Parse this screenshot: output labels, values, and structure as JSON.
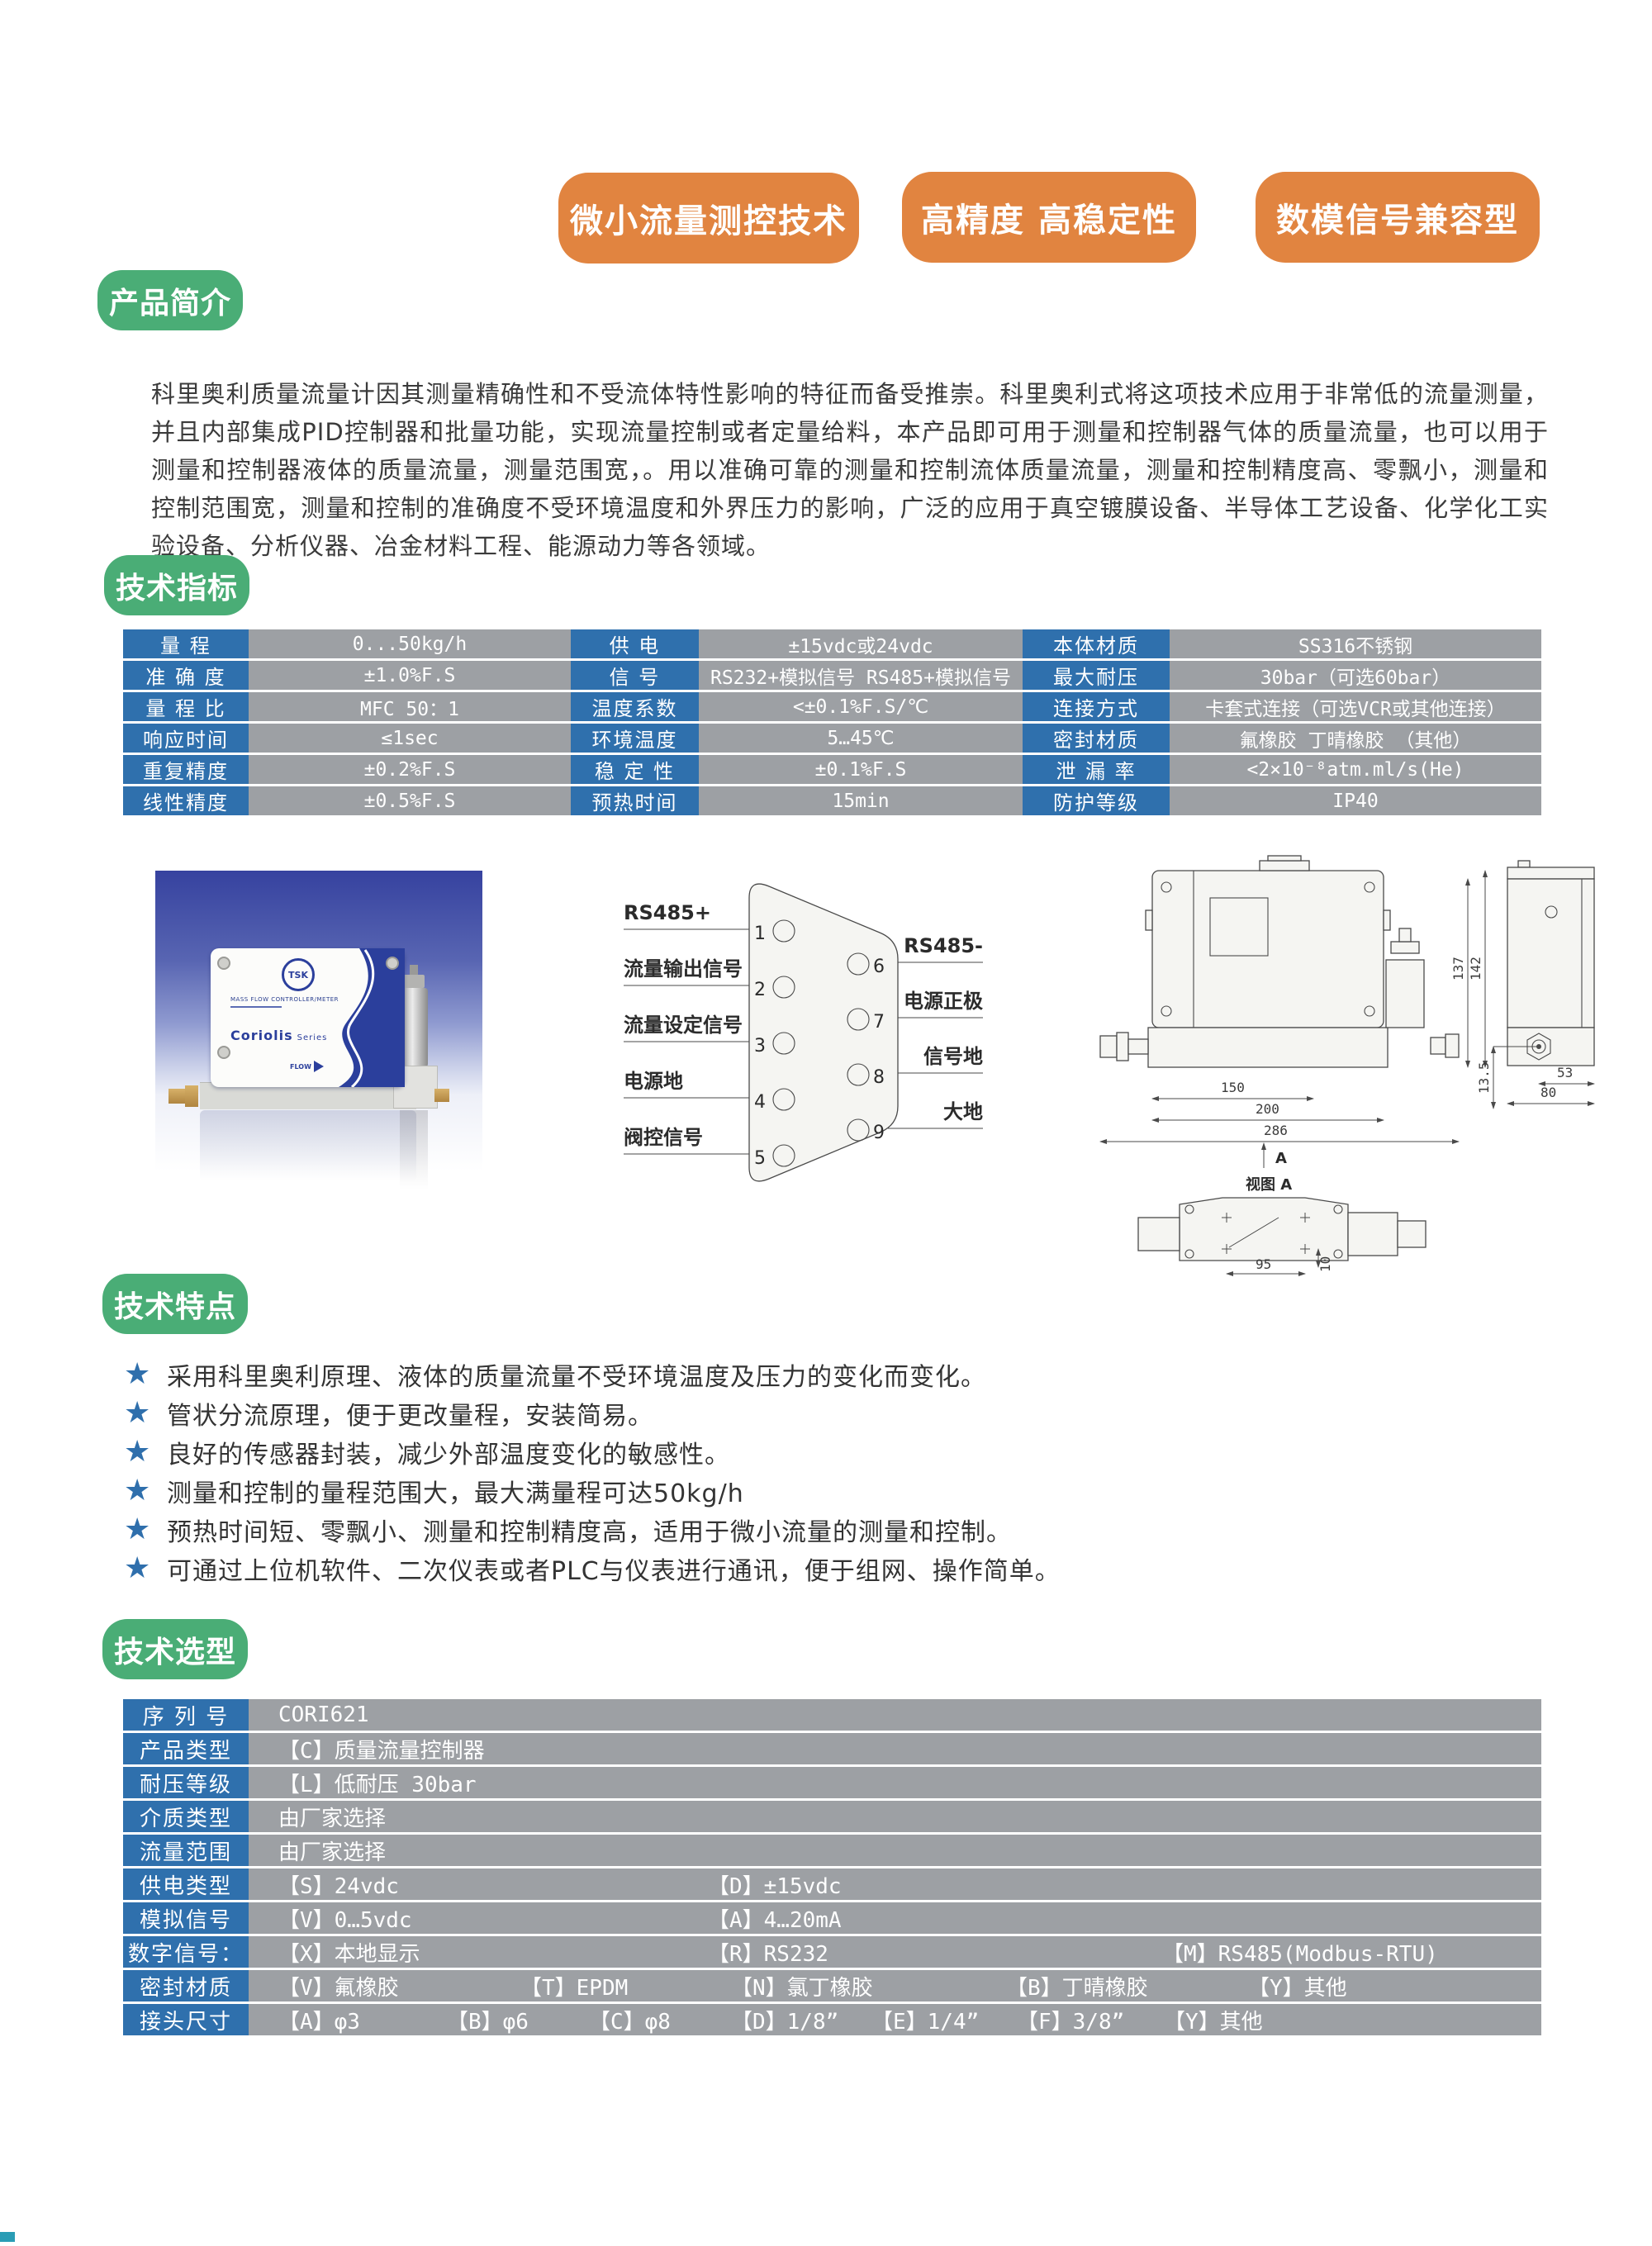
{
  "badges": [
    "微小流量测控技术",
    "高精度 高稳定性",
    "数模信号兼容型"
  ],
  "sections": {
    "intro": "产品简介",
    "specs": "技术指标",
    "features": "技术特点",
    "selection": "技术选型"
  },
  "intro_paragraph": "科里奥利质量流量计因其测量精确性和不受流体特性影响的特征而备受推崇。科里奥利式将这项技术应用于非常低的流量测量，并且内部集成PID控制器和批量功能，实现流量控制或者定量给料，本产品即可用于测量和控制器气体的质量流量，也可以用于测量和控制器液体的质量流量，测量范围宽，。用以准确可靠的测量和控制流体质量流量，测量和控制精度高、零飘小，测量和控制范围宽，测量和控制的准确度不受环境温度和外界压力的影响，广泛的应用于真空镀膜设备、半导体工艺设备、化学化工实验设备、分析仪器、冶金材料工程、能源动力等各领域。",
  "spec_table": {
    "rows": [
      [
        "量  程",
        "0...50kg/h",
        "供  电",
        "±15vdc或24vdc",
        "本体材质",
        "SS316不锈钢"
      ],
      [
        "准 确 度",
        "±1.0%F.S",
        "信  号",
        "RS232+模拟信号 RS485+模拟信号",
        "最大耐压",
        "30bar（可选60bar）"
      ],
      [
        "量 程 比",
        "MFC 50：1",
        "温度系数",
        "<±0.1%F.S/℃",
        "连接方式",
        "卡套式连接（可选VCR或其他连接）"
      ],
      [
        "响应时间",
        "≤1sec",
        "环境温度",
        "5…45℃",
        "密封材质",
        "氟橡胶 丁晴橡胶 （其他）"
      ],
      [
        "重复精度",
        "±0.2%F.S",
        "稳 定 性",
        "±0.1%F.S",
        "泄 漏 率",
        "<2×10⁻⁸atm.ml/s(He)"
      ],
      [
        "线性精度",
        "±0.5%F.S",
        "预热时间",
        "15min",
        "防护等级",
        "IP40"
      ]
    ]
  },
  "product_photo": {
    "brand": "TSK",
    "line1": "MASS FLOW CONTROLLER/METER",
    "series_name": "Coriolis",
    "series_suffix": "Series",
    "flow_label": "FLOW"
  },
  "connector": {
    "left_pins": [
      {
        "pin": "1",
        "label": "RS485+"
      },
      {
        "pin": "2",
        "label": "流量输出信号"
      },
      {
        "pin": "3",
        "label": "流量设定信号"
      },
      {
        "pin": "4",
        "label": "电源地"
      },
      {
        "pin": "5",
        "label": "阀控信号"
      }
    ],
    "right_pins": [
      {
        "pin": "6",
        "label": "RS485-"
      },
      {
        "pin": "7",
        "label": "电源正极"
      },
      {
        "pin": "8",
        "label": "信号地"
      },
      {
        "pin": "9",
        "label": "大地"
      }
    ]
  },
  "drawing": {
    "width_150": "150",
    "width_200": "200",
    "width_286": "286",
    "height_137": "137",
    "height_142": "142",
    "side_53": "53",
    "side_80": "80",
    "side_13_5": "13.5",
    "bottom_95": "95",
    "bottom_10": "10",
    "view_label": "视图 A",
    "arrow_label": "A"
  },
  "features": [
    "采用科里奥利原理、液体的质量流量不受环境温度及压力的变化而变化。",
    "管状分流原理，便于更改量程，安装简易。",
    "良好的传感器封装，减少外部温度变化的敏感性。",
    "测量和控制的量程范围大，最大满量程可达50kg/h",
    "预热时间短、零飘小、测量和控制精度高，适用于微小流量的测量和控制。",
    "可通过上位机软件、二次仪表或者PLC与仪表进行通讯，便于组网、操作简单。"
  ],
  "selection_table": {
    "rows": [
      {
        "label": "序 列 号",
        "options": [
          "CORI621"
        ]
      },
      {
        "label": "产品类型",
        "options": [
          "【C】质量流量控制器"
        ]
      },
      {
        "label": "耐压等级",
        "options": [
          "【L】低耐压 30bar"
        ]
      },
      {
        "label": "介质类型",
        "options": [
          "由厂家选择"
        ]
      },
      {
        "label": "流量范围",
        "options": [
          "由厂家选择"
        ]
      },
      {
        "label": "供电类型",
        "options": [
          "【S】24vdc",
          "【D】±15vdc"
        ]
      },
      {
        "label": "模拟信号",
        "options": [
          "【V】0…5vdc",
          "【A】4…20mA"
        ]
      },
      {
        "label": "数字信号：",
        "options": [
          "【X】本地显示",
          "【R】RS232",
          "【M】RS485(Modbus-RTU)"
        ]
      },
      {
        "label": "密封材质",
        "options": [
          "【V】氟橡胶",
          "【T】EPDM",
          "【N】氯丁橡胶",
          "【B】丁晴橡胶",
          "【Y】其他"
        ]
      },
      {
        "label": "接头尺寸",
        "options": [
          "【A】φ3",
          "【B】φ6",
          "【C】φ8",
          "【D】1/8”",
          "【E】1/4”",
          "【F】3/8”",
          "【Y】其他"
        ]
      }
    ]
  },
  "icons": {
    "star": "★"
  },
  "colors": {
    "accent_orange": "#e18440",
    "accent_green": "#4aad76",
    "cell_blue": "#2f70ad",
    "cell_gray": "#9da0a4",
    "star_blue": "#2f6fac",
    "photo_blue": "#36429f",
    "corner_teal": "#2a9db5"
  }
}
